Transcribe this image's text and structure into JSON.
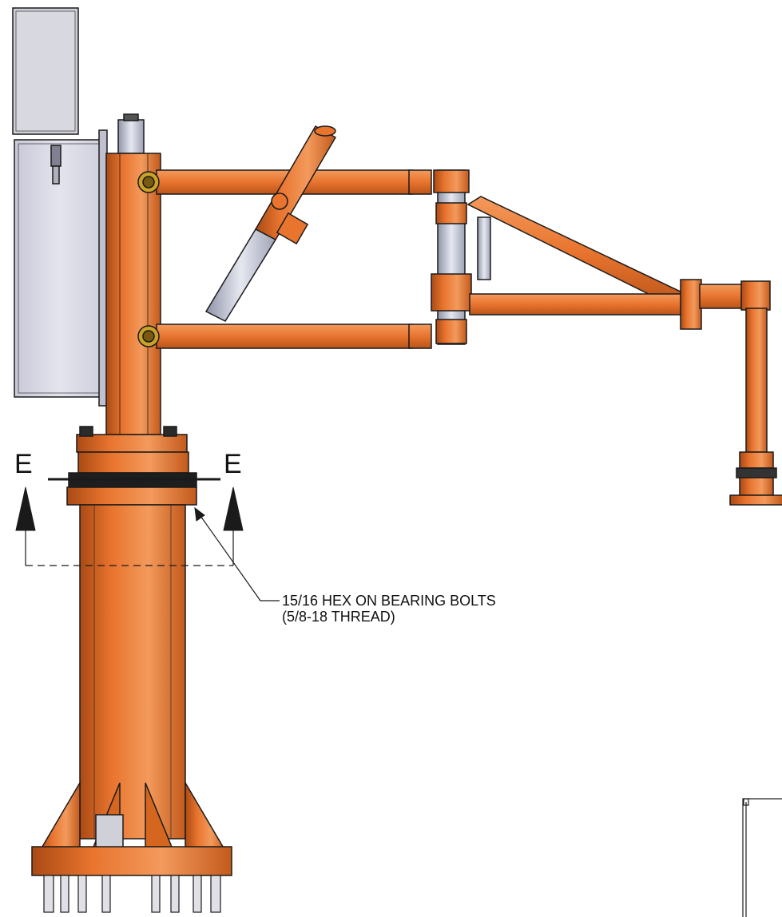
{
  "section": {
    "left_label": "E",
    "right_label": "E"
  },
  "callout": {
    "line1": "15/16 HEX ON BEARING BOLTS",
    "line2": "(5/8-18 THREAD)"
  },
  "colors": {
    "steel_orange": "#E8742E",
    "steel_dark": "#A94A14",
    "steel_light": "#F39A5C",
    "cabinet_gray": "#D9D9E6",
    "cylinder_silver": "#C8CCDA",
    "outline": "#1A1A1A"
  }
}
